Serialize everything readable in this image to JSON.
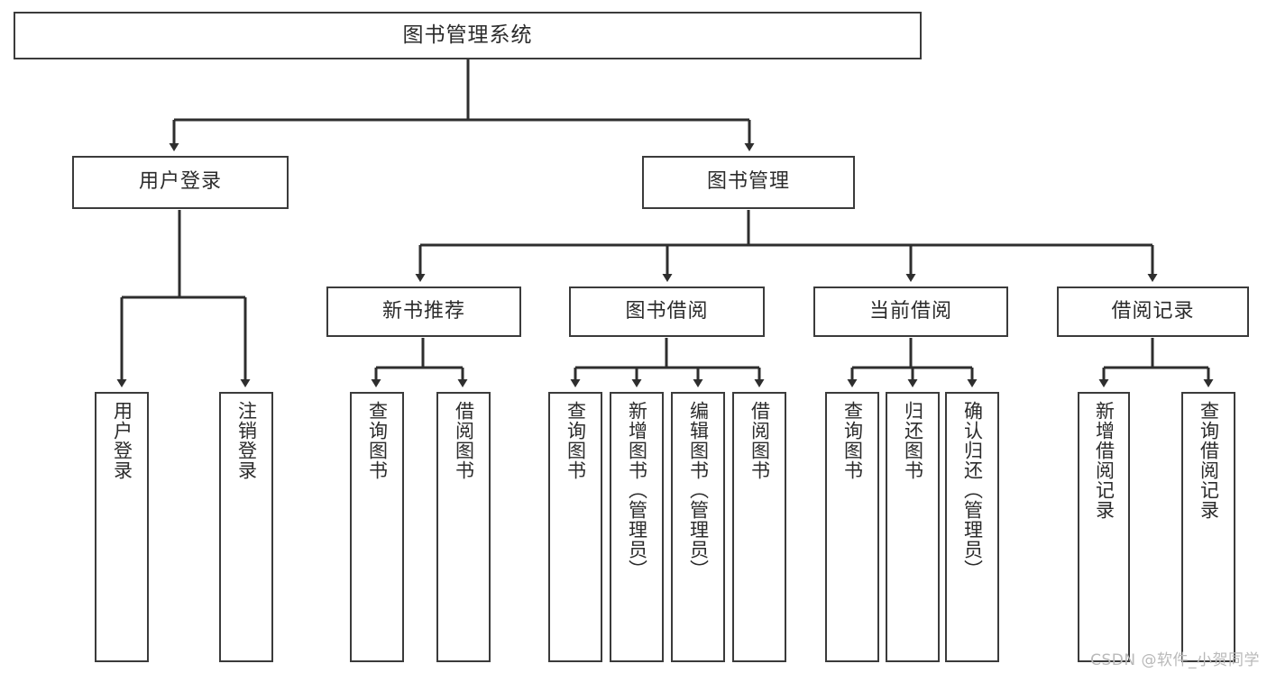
{
  "diagram": {
    "title": "图书管理系统",
    "type": "tree",
    "colors": {
      "stroke": "#3b3b3b",
      "fill": "#ffffff",
      "text": "#2b2b2b",
      "watermark": "#b9b9b9"
    },
    "root": {
      "label": "图书管理系统"
    },
    "level1": [
      {
        "label": "用户登录"
      },
      {
        "label": "图书管理"
      }
    ],
    "level2": [
      {
        "label": "新书推荐"
      },
      {
        "label": "图书借阅"
      },
      {
        "label": "当前借阅"
      },
      {
        "label": "借阅记录"
      }
    ],
    "leaves": {
      "user_login": [
        {
          "label": "用户登录"
        },
        {
          "label": "注销登录"
        }
      ],
      "new_book": [
        {
          "label": "查询图书"
        },
        {
          "label": "借阅图书"
        }
      ],
      "book_borrow": [
        {
          "label": "查询图书"
        },
        {
          "label": "新增图书（管理员）"
        },
        {
          "label": "编辑图书（管理员）"
        },
        {
          "label": "借阅图书"
        }
      ],
      "current_borrow": [
        {
          "label": "查询图书"
        },
        {
          "label": "归还图书"
        },
        {
          "label": "确认归还（管理员）"
        }
      ],
      "borrow_record": [
        {
          "label": "新增借阅记录"
        },
        {
          "label": "查询借阅记录"
        }
      ]
    }
  },
  "watermark": {
    "text": "CSDN @软件_小贺同学"
  }
}
